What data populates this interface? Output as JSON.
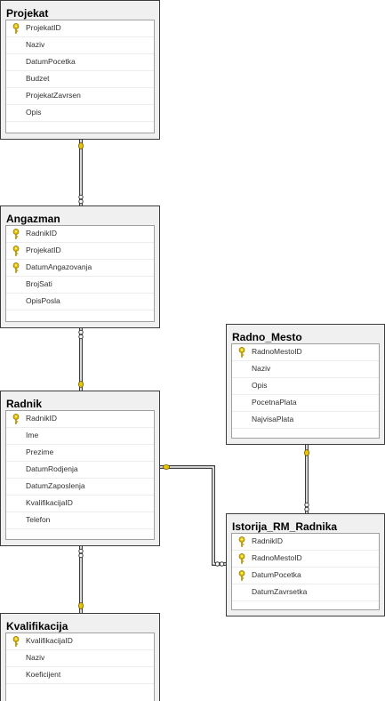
{
  "diagram": {
    "tables": [
      {
        "id": "projekat",
        "title": "Projekat",
        "fields": [
          {
            "name": "ProjekatID",
            "pk": true
          },
          {
            "name": "Naziv",
            "pk": false
          },
          {
            "name": "DatumPocetka",
            "pk": false
          },
          {
            "name": "Budzet",
            "pk": false
          },
          {
            "name": "ProjekatZavrsen",
            "pk": false
          },
          {
            "name": "Opis",
            "pk": false
          }
        ]
      },
      {
        "id": "angazman",
        "title": "Angazman",
        "fields": [
          {
            "name": "RadnikID",
            "pk": true
          },
          {
            "name": "ProjekatID",
            "pk": true
          },
          {
            "name": "DatumAngazovanja",
            "pk": true
          },
          {
            "name": "BrojSati",
            "pk": false
          },
          {
            "name": "OpisPosla",
            "pk": false
          }
        ]
      },
      {
        "id": "radnik",
        "title": "Radnik",
        "fields": [
          {
            "name": "RadnikID",
            "pk": true
          },
          {
            "name": "Ime",
            "pk": false
          },
          {
            "name": "Prezime",
            "pk": false
          },
          {
            "name": "DatumRodjenja",
            "pk": false
          },
          {
            "name": "DatumZaposlenja",
            "pk": false
          },
          {
            "name": "KvalifikacijaID",
            "pk": false
          },
          {
            "name": "Telefon",
            "pk": false
          }
        ]
      },
      {
        "id": "kvalifikacija",
        "title": "Kvalifikacija",
        "fields": [
          {
            "name": "KvalifikacijaID",
            "pk": true
          },
          {
            "name": "Naziv",
            "pk": false
          },
          {
            "name": "Koeficijent",
            "pk": false
          }
        ]
      },
      {
        "id": "radno_mesto",
        "title": "Radno_Mesto",
        "fields": [
          {
            "name": "RadnoMestoID",
            "pk": true
          },
          {
            "name": "Naziv",
            "pk": false
          },
          {
            "name": "Opis",
            "pk": false
          },
          {
            "name": "PocetnaPlata",
            "pk": false
          },
          {
            "name": "NajvisaPlata",
            "pk": false
          }
        ]
      },
      {
        "id": "istorija",
        "title": "Istorija_RM_Radnika",
        "fields": [
          {
            "name": "RadnikID",
            "pk": true
          },
          {
            "name": "RadnoMestoID",
            "pk": true
          },
          {
            "name": "DatumPocetka",
            "pk": true
          },
          {
            "name": "DatumZavrsetka",
            "pk": false
          }
        ]
      }
    ],
    "relationships": [
      {
        "from": "projekat",
        "to": "angazman",
        "one_end": "projekat",
        "many_end": "angazman"
      },
      {
        "from": "radnik",
        "to": "angazman",
        "one_end": "radnik",
        "many_end": "angazman"
      },
      {
        "from": "kvalifikacija",
        "to": "radnik",
        "one_end": "kvalifikacija",
        "many_end": "radnik"
      },
      {
        "from": "radno_mesto",
        "to": "istorija",
        "one_end": "radno_mesto",
        "many_end": "istorija"
      },
      {
        "from": "radnik",
        "to": "istorija",
        "one_end": "radnik",
        "many_end": "istorija"
      }
    ],
    "colors": {
      "key_icon": "#e8c400",
      "connector": "#3c3c3c",
      "table_frame": "#f0f0f0"
    }
  }
}
